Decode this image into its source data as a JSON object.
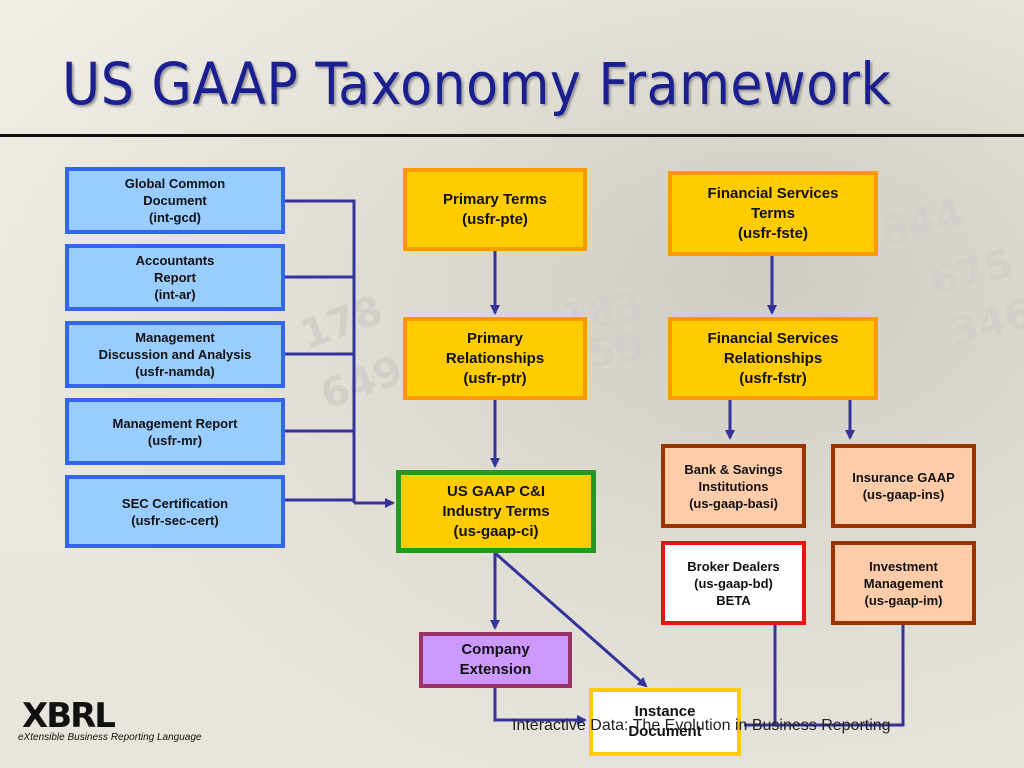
{
  "slide": {
    "title": "US GAAP Taxonomy Framework",
    "footer": "Interactive Data: The Evolution in Business Reporting"
  },
  "logo": {
    "wordmark": "XBRL",
    "tagline": "eXtensible Business Reporting Language"
  },
  "boxes": {
    "gcd": "Global Common\nDocument\n(int-gcd)",
    "ar": "Accountants\nReport\n(int-ar)",
    "namda": "Management\nDiscussion and Analysis\n(usfr-namda)",
    "mr": "Management Report\n(usfr-mr)",
    "sec": "SEC Certification\n(usfr-sec-cert)",
    "pte": "Primary Terms\n(usfr-pte)",
    "ptr": "Primary\nRelationships\n(usfr-ptr)",
    "ci": "US GAAP C&I\nIndustry Terms\n(us-gaap-ci)",
    "company": "Company\nExtension",
    "instance": "Instance\nDocument",
    "fste": "Financial Services\nTerms\n(usfr-fste)",
    "fstr": "Financial Services\nRelationships\n(usfr-fstr)",
    "basi": "Bank & Savings\nInstitutions\n(us-gaap-basi)",
    "ins": "Insurance GAAP\n(us-gaap-ins)",
    "bd": "Broker Dealers\n(us-gaap-bd)\nBETA",
    "im": "Investment\nManagement\n(us-gaap-im)"
  },
  "colors": {
    "title": "#1b1f8f",
    "connector": "#33339a",
    "blue_fill": "#99ccff",
    "yellow_fill": "#ffcc00",
    "peach_fill": "#ffccaa"
  }
}
